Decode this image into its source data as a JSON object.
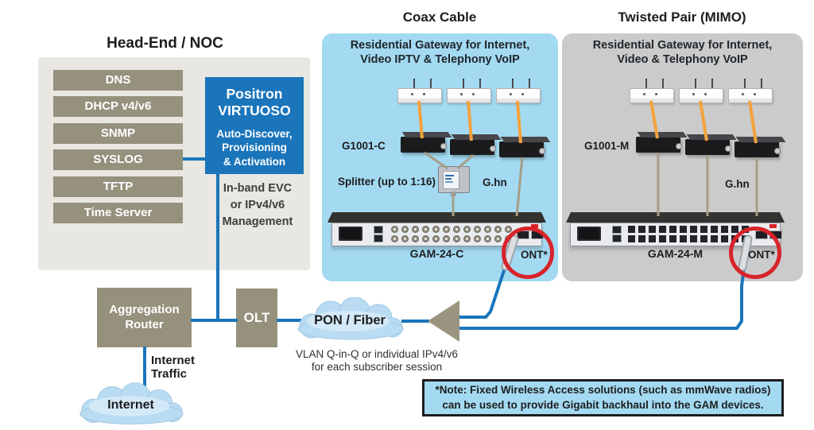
{
  "titles": {
    "head_end": "Head-End / NOC",
    "coax": "Coax Cable",
    "twisted": "Twisted Pair (MIMO)"
  },
  "head_end": {
    "servers": [
      "DNS",
      "DHCP v4/v6",
      "SNMP",
      "SYSLOG",
      "TFTP",
      "Time Server"
    ],
    "virtuoso_name": "Positron\nVIRTUOSO",
    "virtuoso_sub": "Auto-Discover,\nProvisioning\n& Activation",
    "management": "In-band EVC\nor IPv4/v6\nManagement"
  },
  "coax": {
    "header": "Residential Gateway for Internet,\nVideo IPTV & Telephony VoIP",
    "gateway_label": "G1001-C",
    "splitter_label": "Splitter (up to 1:16)",
    "ghn_label": "G.hn",
    "switch_label": "GAM-24-C",
    "ont_label": "ONT*"
  },
  "twisted": {
    "header": "Residential Gateway for Internet,\nVideo & Telephony VoIP",
    "gateway_label": "G1001-M",
    "ghn_label": "G.hn",
    "switch_label": "GAM-24-M",
    "ont_label": "ONT*"
  },
  "core": {
    "aggregation_router": "Aggregation\nRouter",
    "olt": "OLT",
    "pon_cloud": "PON / Fiber",
    "vlan_note": "VLAN Q-in-Q or individual IPv4/v6\nfor each subscriber session",
    "internet_traffic": "Internet\nTraffic",
    "internet_cloud": "Internet"
  },
  "note_text": "*Note: Fixed Wireless Access solutions (such as mmWave radios)\ncan be used to provide Gigabit backhaul into the GAM devices.",
  "colors": {
    "accent_blue": "#1a75bb",
    "panel_coax": "#a3daf2",
    "panel_twisted": "#cbcbcb",
    "panel_headend": "#e8e7e1",
    "box_tan": "#96917d",
    "alert_red": "#d8232a",
    "cable_orange": "#f5a23c",
    "cable_tan": "#a69e86",
    "cloud_blue": "#b9dcf2"
  }
}
